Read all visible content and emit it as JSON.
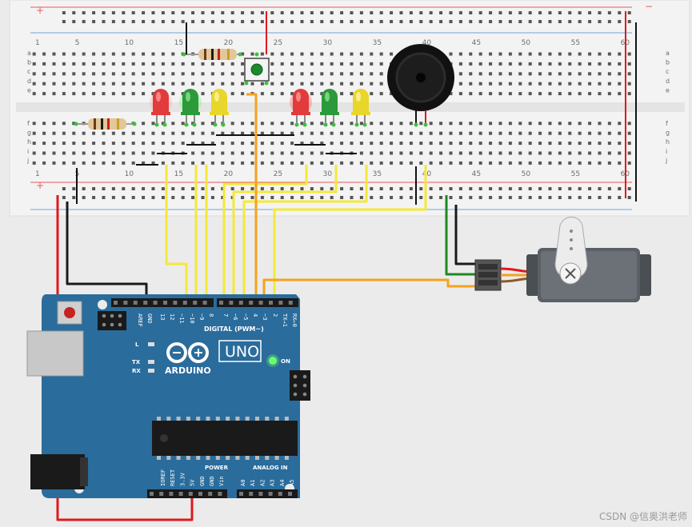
{
  "breadboard": {
    "column_numbers": [
      "1",
      "5",
      "10",
      "15",
      "20",
      "25",
      "30",
      "35",
      "40",
      "45",
      "50",
      "55",
      "60"
    ],
    "row_labels_top": [
      "a",
      "b",
      "c",
      "d",
      "e"
    ],
    "row_labels_bottom": [
      "f",
      "g",
      "h",
      "i",
      "j"
    ],
    "rail_plus": "+",
    "rail_minus": "−"
  },
  "arduino": {
    "logo_text": "ARDUINO",
    "model": "UNO",
    "digital_label": "DIGITAL (PWM~)",
    "power_label": "POWER",
    "analog_label": "ANALOG IN",
    "on_label": "ON",
    "l_label": "L",
    "tx_label": "TX",
    "rx_label": "RX",
    "aref_label": "AREF",
    "gnd_label": "GND",
    "digital_pins": [
      "13",
      "12",
      "~11",
      "~10",
      "~9",
      "8",
      "7",
      "~6",
      "~5",
      "4",
      "~3",
      "2",
      "TX→1",
      "RX←0"
    ],
    "power_pins": [
      "IOREF",
      "RESET",
      "3.3V",
      "5V",
      "GND",
      "GND",
      "Vin"
    ],
    "analog_pins": [
      "A0",
      "A1",
      "A2",
      "A3",
      "A4",
      "A5"
    ]
  },
  "components": {
    "leds": [
      "red",
      "green",
      "yellow",
      "red",
      "green",
      "yellow"
    ],
    "resistor_count": 2,
    "button": "pushbutton",
    "buzzer": "piezo-buzzer",
    "servo": "servo-motor"
  },
  "colors": {
    "board_blue": "#2a6c9c",
    "wire_yellow": "#f5e83a",
    "wire_orange": "#f5a21d",
    "wire_red": "#e0191b",
    "wire_black": "#1a1a1a",
    "wire_green": "#1e8a1e"
  },
  "watermark": "CSDN @信奥洪老师"
}
